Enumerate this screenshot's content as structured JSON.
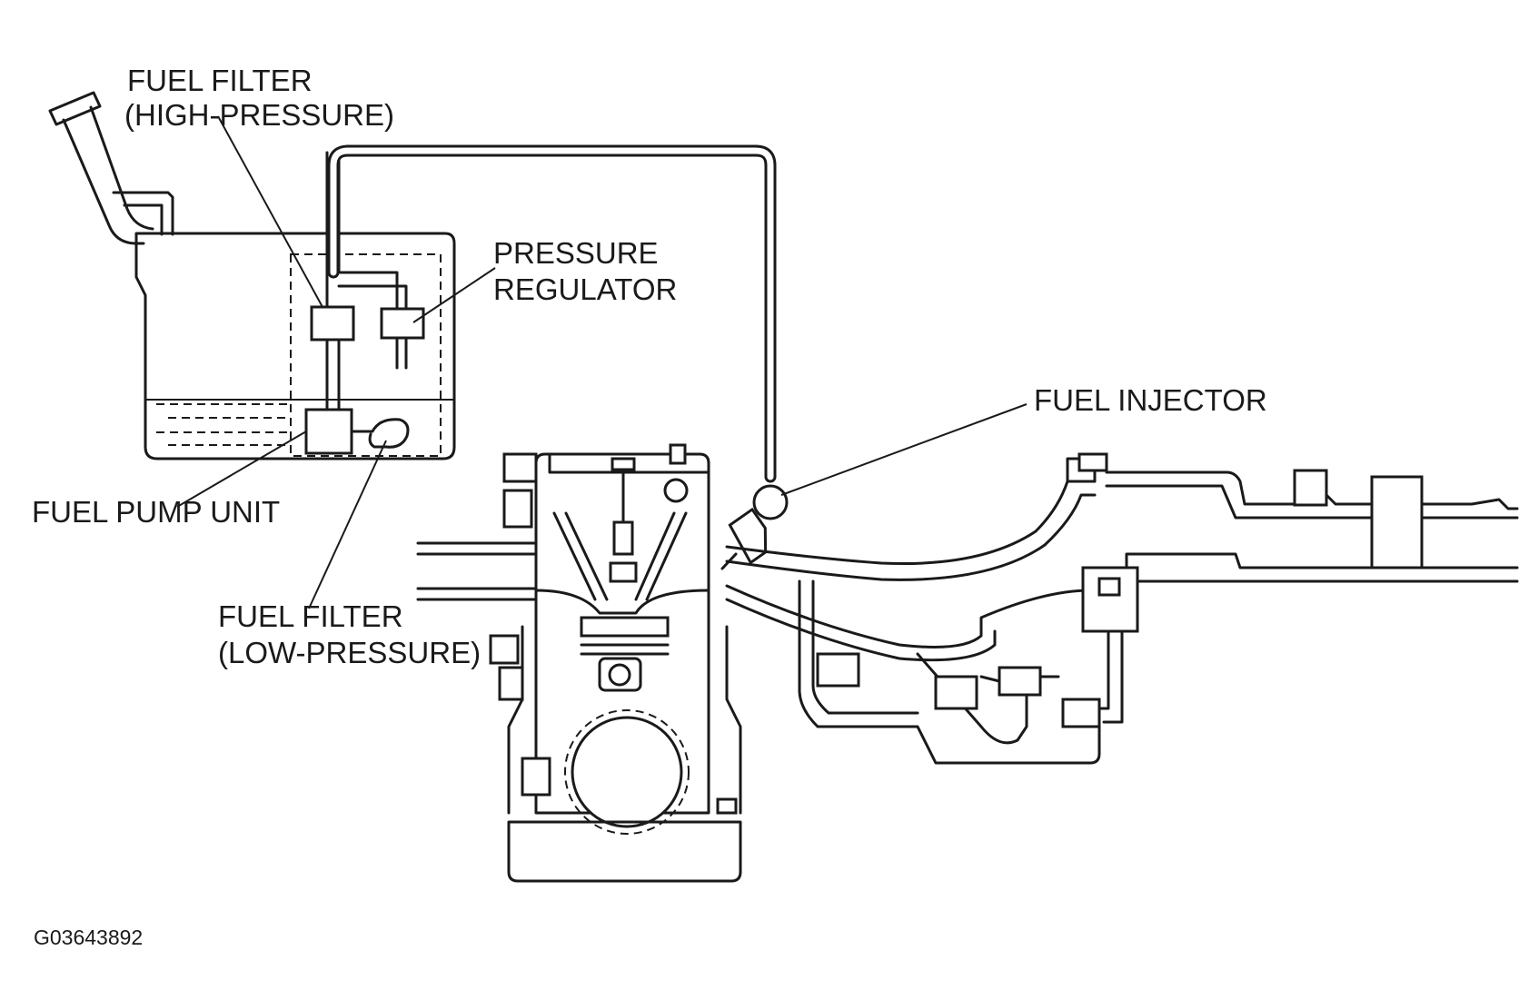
{
  "labels": {
    "fuel_filter_high_1": "FUEL FILTER",
    "fuel_filter_high_2": "(HIGH-PRESSURE)",
    "pressure_regulator_1": "PRESSURE",
    "pressure_regulator_2": "REGULATOR",
    "fuel_injector": "FUEL INJECTOR",
    "fuel_pump_unit": "FUEL PUMP UNIT",
    "fuel_filter_low_1": "FUEL FILTER",
    "fuel_filter_low_2": "(LOW-PRESSURE)"
  },
  "figure_code": "G03643892"
}
